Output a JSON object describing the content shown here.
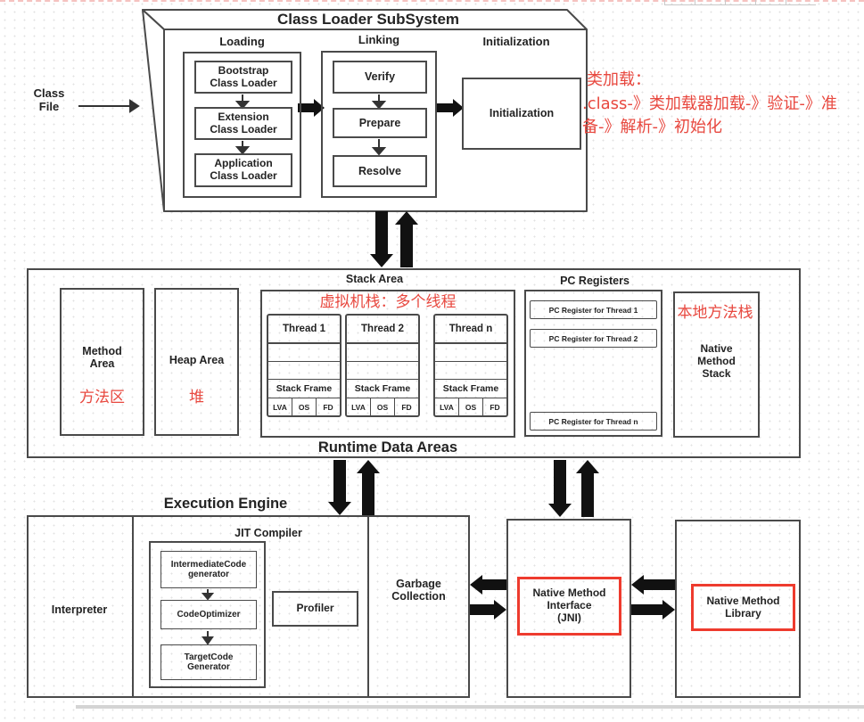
{
  "colors": {
    "red_text": "#e8483f",
    "red_box": "#ee3b2e",
    "line": "#4a4a4a",
    "arrow": "#111111"
  },
  "class_file": {
    "label": "Class\nFile"
  },
  "loader": {
    "title": "Class Loader SubSystem",
    "loading_header": "Loading",
    "linking_header": "Linking",
    "init_header": "Initialization",
    "loading_items": [
      "Bootstrap\nClass Loader",
      "Extension\nClass Loader",
      "Application\nClass Loader"
    ],
    "linking_items": [
      "Verify",
      "Prepare",
      "Resolve"
    ],
    "init_box": "Initialization"
  },
  "annotations": {
    "class_load_title": "类加载：",
    "class_load_flow": ".class-》类加载器加载-》验证-》准备-》解析-》初始化",
    "vm_stack": "虚拟机栈：多个线程",
    "method_area": "方法区",
    "heap": "堆",
    "native_stack": "本地方法栈"
  },
  "runtime": {
    "stack_area_label": "Stack Area",
    "pc_label": "PC Registers",
    "title": "Runtime Data Areas",
    "method_area": "Method\nArea",
    "heap_area": "Heap Area",
    "threads": [
      "Thread 1",
      "Thread 2",
      "Thread n"
    ],
    "stack_frame": "Stack Frame",
    "cells": [
      "LVA",
      "OS",
      "FD"
    ],
    "pc_items": [
      "PC Register for Thread 1",
      "PC Register for Thread 2",
      "PC Register for Thread n"
    ],
    "native_method_stack": "Native\nMethod\nStack"
  },
  "engine": {
    "title": "Execution Engine",
    "interpreter": "Interpreter",
    "jit_label": "JIT Compiler",
    "jit_items": [
      "IntermediateCode\ngenerator",
      "CodeOptimizer",
      "TargetCode\nGenerator"
    ],
    "profiler": "Profiler",
    "garbage": "Garbage\nCollection",
    "nmi": "Native Method\nInterface\n(JNI)",
    "nml": "Native Method\nLibrary"
  }
}
